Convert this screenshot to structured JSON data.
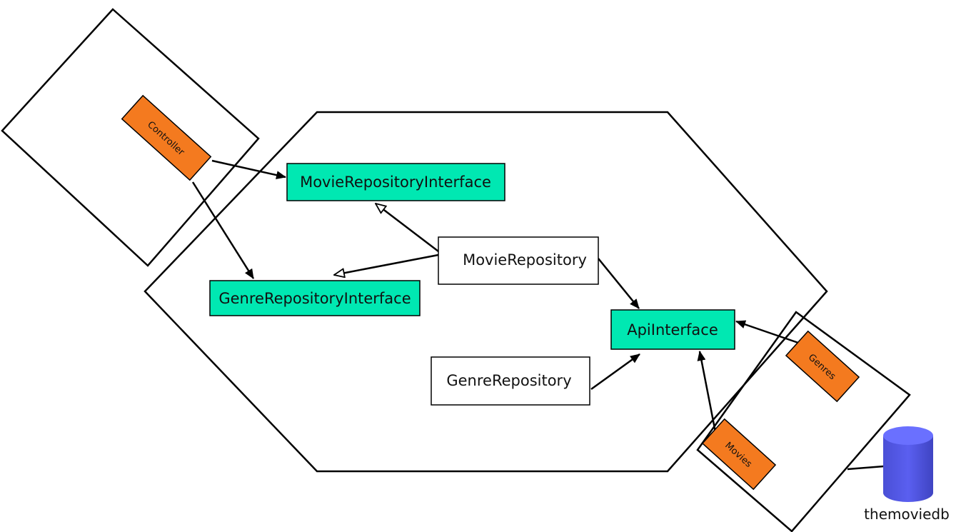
{
  "diagram": {
    "nodes": {
      "controller": {
        "label": "Controller",
        "kind": "adapter",
        "color": "#f47a1f"
      },
      "movie_repository_interface": {
        "label": "MovieRepositoryInterface",
        "kind": "port",
        "color": "#00e8b2"
      },
      "genre_repository_interface": {
        "label": "GenreRepositoryInterface",
        "kind": "port",
        "color": "#00e8b2"
      },
      "movie_repository": {
        "label": "MovieRepository",
        "kind": "class",
        "color": "#ffffff"
      },
      "api_interface": {
        "label": "ApiInterface",
        "kind": "port",
        "color": "#00e8b2"
      },
      "genre_repository": {
        "label": "GenreRepository",
        "kind": "class",
        "color": "#ffffff"
      },
      "genres": {
        "label": "Genres",
        "kind": "adapter",
        "color": "#f47a1f"
      },
      "movies": {
        "label": "Movies",
        "kind": "adapter",
        "color": "#f47a1f"
      },
      "themoviedb": {
        "label": "themoviedb",
        "kind": "database",
        "color": "#5a5ff0"
      }
    },
    "edges": [
      {
        "from": "controller",
        "to": "movie_repository_interface",
        "type": "dependency"
      },
      {
        "from": "controller",
        "to": "genre_repository_interface",
        "type": "dependency"
      },
      {
        "from": "movie_repository",
        "to": "movie_repository_interface",
        "type": "realization"
      },
      {
        "from": "movie_repository",
        "to": "genre_repository_interface",
        "type": "realization"
      },
      {
        "from": "movie_repository",
        "to": "api_interface",
        "type": "dependency"
      },
      {
        "from": "genre_repository",
        "to": "api_interface",
        "type": "dependency"
      },
      {
        "from": "genres",
        "to": "api_interface",
        "type": "dependency"
      },
      {
        "from": "movies",
        "to": "api_interface",
        "type": "dependency"
      },
      {
        "from": "adapter_frame",
        "to": "themoviedb",
        "type": "association"
      }
    ]
  }
}
